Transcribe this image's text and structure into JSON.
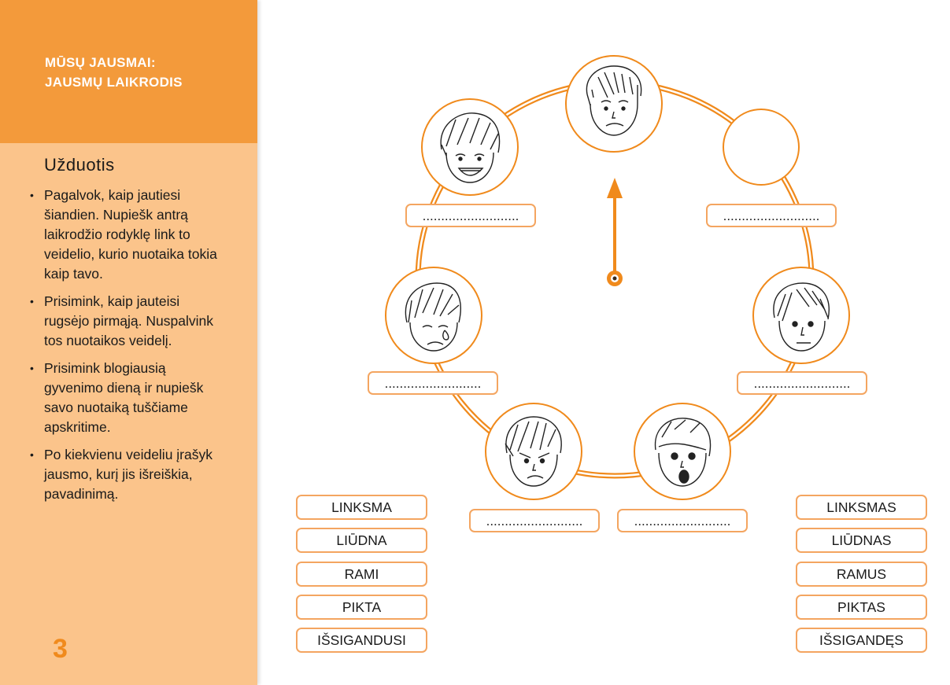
{
  "header": {
    "title_line1": "MŪSŲ JAUSMAI:",
    "title_line2": "JAUSMŲ LAIKRODIS"
  },
  "task": {
    "heading": "Užduotis",
    "items": [
      "Pagalvok, kaip jautiesi šiandien. Nupiešk antrą laikrodžio rodyklę link to veidelio, kurio nuotaika tokia kaip tavo.",
      "Prisimink, kaip jauteisi rugsėjo pirmąją. Nuspalvink tos nuotaikos veidelį.",
      "Prisimink blogiausią gyvenimo dieną ir nupiešk savo nuotaiką tuščiame apskritime.",
      "Po kiekvienu veideliu įrašyk jausmo, kurį jis išreiškia, pavadinimą."
    ]
  },
  "page_number": "3",
  "blank_label": "..........................",
  "faces": [
    {
      "name": "worried-face-icon",
      "expression": "worried"
    },
    {
      "name": "empty-circle",
      "expression": "empty"
    },
    {
      "name": "calm-face-icon",
      "expression": "calm"
    },
    {
      "name": "surprised-face-icon",
      "expression": "surprised"
    },
    {
      "name": "angry-face-icon",
      "expression": "angry"
    },
    {
      "name": "crying-face-icon",
      "expression": "sad"
    },
    {
      "name": "happy-face-icon",
      "expression": "happy"
    }
  ],
  "words_left": [
    "LINKSMA",
    "LIŪDNA",
    "RAMI",
    "PIKTA",
    "IŠSIGANDUSI"
  ],
  "words_right": [
    "LINKSMAS",
    "LIŪDNAS",
    "RAMUS",
    "PIKTAS",
    "IŠSIGANDĘS"
  ],
  "colors": {
    "accent": "#f08a1c",
    "header": "#f39a3b",
    "sidebar": "#fbc48b"
  }
}
